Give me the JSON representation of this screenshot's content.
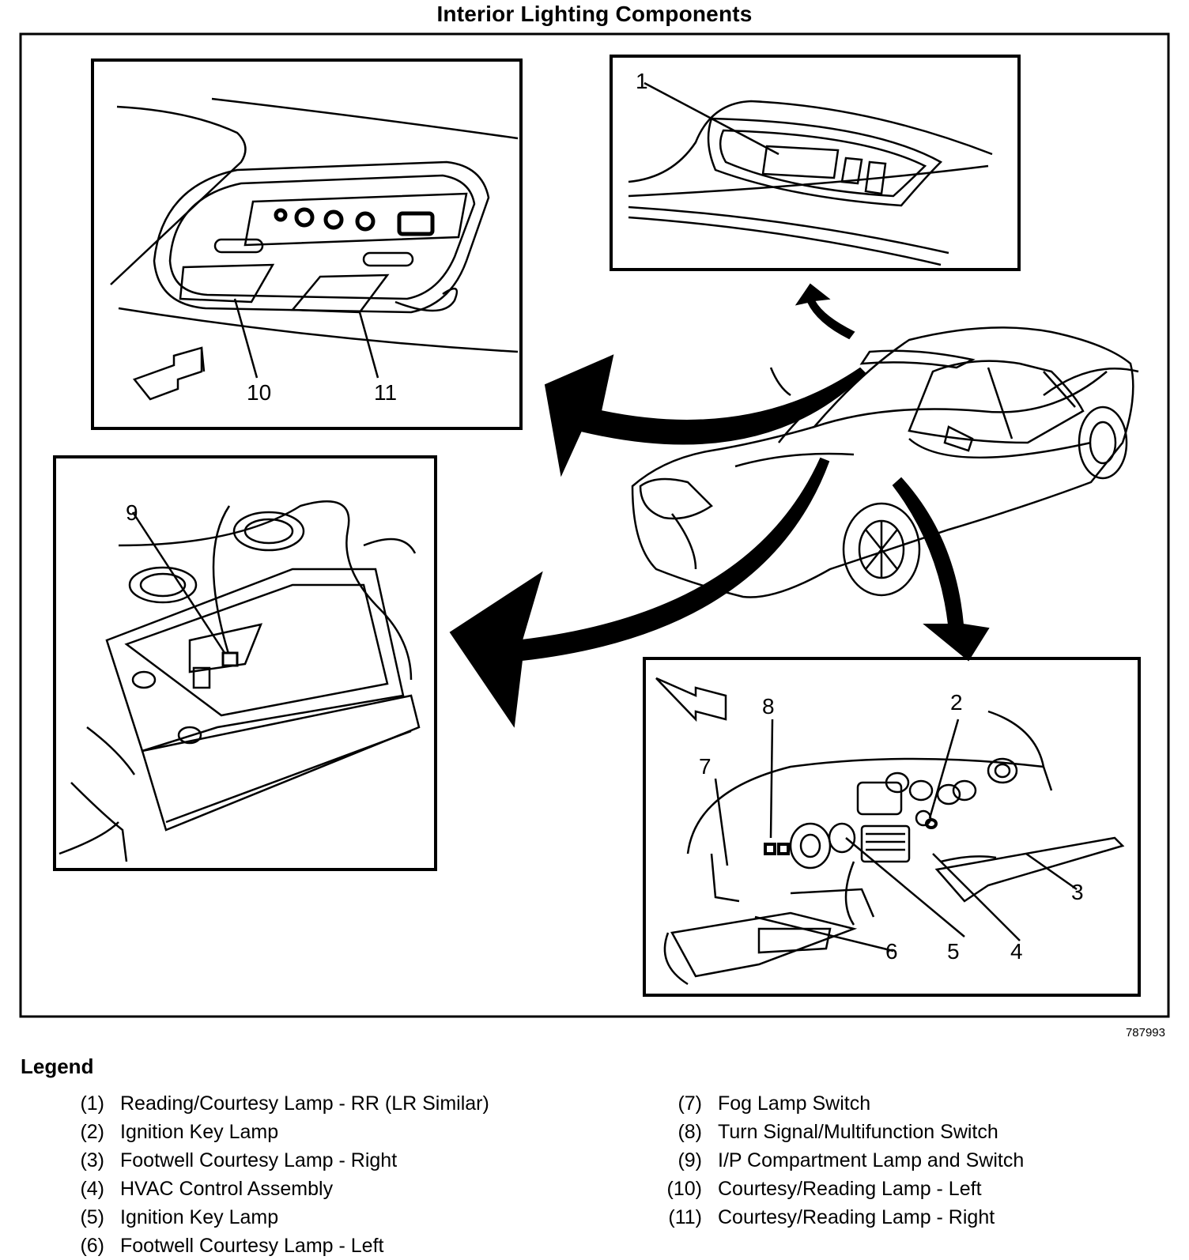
{
  "title": "Interior Lighting Components",
  "figure_id": "787993",
  "legend": {
    "heading": "Legend",
    "left": [
      {
        "num": "(1)",
        "text": "Reading/Courtesy Lamp - RR (LR Similar)"
      },
      {
        "num": "(2)",
        "text": "Ignition Key Lamp"
      },
      {
        "num": "(3)",
        "text": "Footwell Courtesy Lamp - Right"
      },
      {
        "num": "(4)",
        "text": "HVAC Control Assembly"
      },
      {
        "num": "(5)",
        "text": "Ignition Key Lamp"
      },
      {
        "num": "(6)",
        "text": "Footwell Courtesy Lamp - Left"
      }
    ],
    "right": [
      {
        "num": "(7)",
        "text": "Fog Lamp Switch"
      },
      {
        "num": "(8)",
        "text": "Turn Signal/Multifunction Switch"
      },
      {
        "num": "(9)",
        "text": "I/P Compartment Lamp and Switch"
      },
      {
        "num": "(10)",
        "text": "Courtesy/Reading Lamp - Left"
      },
      {
        "num": "(11)",
        "text": "Courtesy/Reading Lamp - Right"
      }
    ]
  },
  "callouts": {
    "c1": "1",
    "c2": "2",
    "c3": "3",
    "c4": "4",
    "c5": "5",
    "c6": "6",
    "c7": "7",
    "c8": "8",
    "c9": "9",
    "c10": "10",
    "c11": "11"
  }
}
